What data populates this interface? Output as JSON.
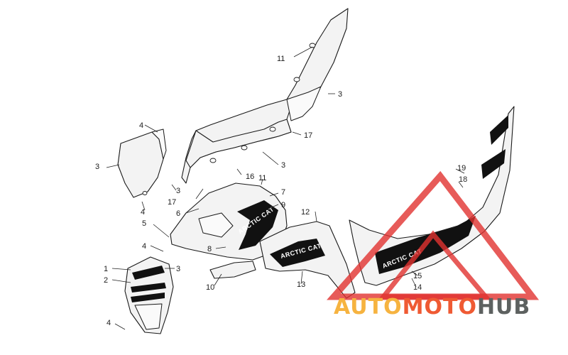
{
  "diagram": {
    "callouts": [
      {
        "id": "c11a",
        "label": "11"
      },
      {
        "id": "c3a",
        "label": "3"
      },
      {
        "id": "c4a",
        "label": "4"
      },
      {
        "id": "c17a",
        "label": "17"
      },
      {
        "id": "c3b",
        "label": "3"
      },
      {
        "id": "c3c",
        "label": "3"
      },
      {
        "id": "c16",
        "label": "16"
      },
      {
        "id": "c11b",
        "label": "11"
      },
      {
        "id": "c3d",
        "label": "3"
      },
      {
        "id": "c17b",
        "label": "17"
      },
      {
        "id": "c7",
        "label": "7"
      },
      {
        "id": "c4b",
        "label": "4"
      },
      {
        "id": "c6",
        "label": "6"
      },
      {
        "id": "c9",
        "label": "9"
      },
      {
        "id": "c5",
        "label": "5"
      },
      {
        "id": "c12",
        "label": "12"
      },
      {
        "id": "c19",
        "label": "19"
      },
      {
        "id": "c18",
        "label": "18"
      },
      {
        "id": "c8",
        "label": "8"
      },
      {
        "id": "c4c",
        "label": "4"
      },
      {
        "id": "c1",
        "label": "1"
      },
      {
        "id": "c3e",
        "label": "3"
      },
      {
        "id": "c2",
        "label": "2"
      },
      {
        "id": "c10",
        "label": "10"
      },
      {
        "id": "c13",
        "label": "13"
      },
      {
        "id": "c15",
        "label": "15"
      },
      {
        "id": "c14",
        "label": "14"
      },
      {
        "id": "c4d",
        "label": "4"
      }
    ],
    "decals": {
      "hood_decal_text": "ARCTIC CAT",
      "side_decal_text": "ARCTIC CAT"
    }
  },
  "watermark": {
    "part1": "AUTO",
    "part2": "MOTO",
    "part3": "HUB",
    "colors": {
      "auto": "#f6b340",
      "moto": "#ef5a33",
      "hub": "#5d6160",
      "triangle": "#e1322f"
    }
  }
}
